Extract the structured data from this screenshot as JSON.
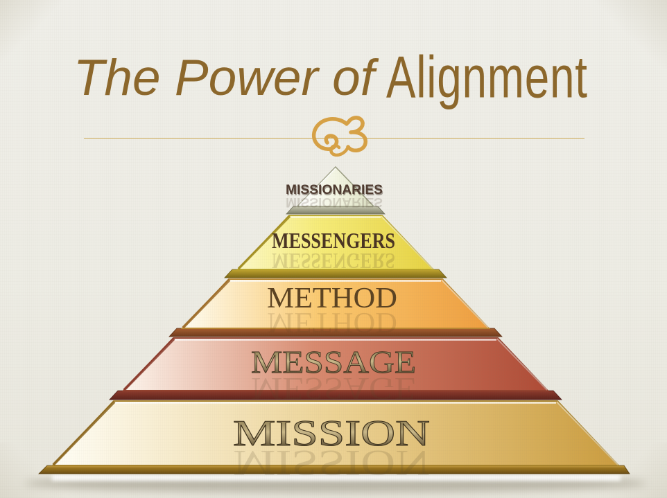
{
  "slide": {
    "title_prefix": "The Power of",
    "title_emphasis": "Alignment"
  },
  "diagram": {
    "type": "pyramid",
    "levels": [
      {
        "label": "MISSIONARIES",
        "color": "#eef0da"
      },
      {
        "label": "MESSENGERS",
        "color": "#f2e25f"
      },
      {
        "label": "METHOD",
        "color": "#f3b054"
      },
      {
        "label": "MESSAGE",
        "color": "#c3604a"
      },
      {
        "label": "MISSION",
        "color": "#dcae55"
      }
    ]
  },
  "theme": {
    "title_color": "#8c672b",
    "divider_color": "#c79d3e",
    "background": "#edece5",
    "label_dark_brown": "#53402c",
    "label_gold": "#8a774a"
  }
}
